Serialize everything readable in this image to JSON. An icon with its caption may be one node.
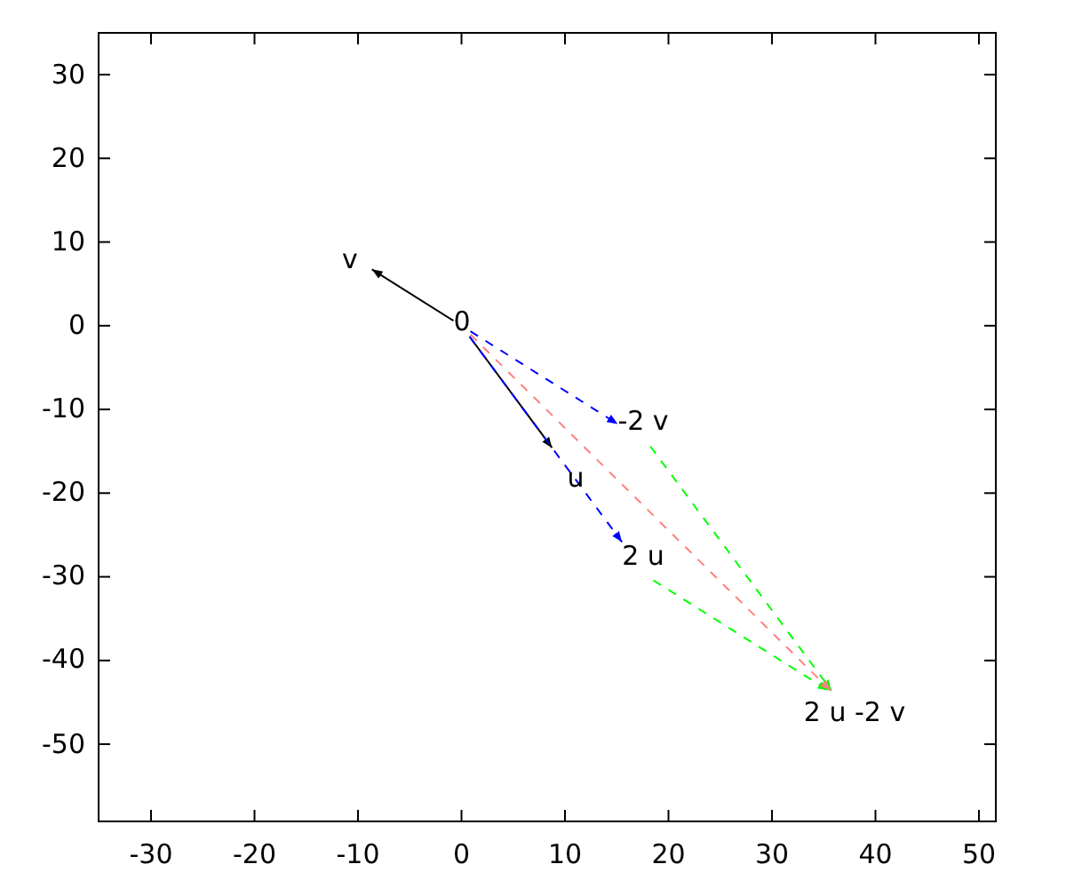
{
  "diagram": {
    "nodes": [
      {
        "text": [
          "v"
        ]
      },
      {
        "text": [
          "0"
        ]
      },
      {
        "text": [
          "u"
        ]
      },
      {
        "text": [
          "-2 v"
        ]
      },
      {
        "text": [
          "2 u"
        ]
      },
      {
        "text": [
          "2 u -2 v"
        ]
      }
    ],
    "edges": [
      {
        "from": 1,
        "to": 0,
        "arrow": "to"
      },
      {
        "from": 1,
        "to": 2,
        "arrow": "to"
      },
      {
        "from": 1,
        "to": 3,
        "arrow": "to",
        "style": "dashed",
        "color": "#0000ff"
      },
      {
        "from": 1,
        "to": 4,
        "arrow": "to",
        "style": "dashed",
        "color": "#0000ff"
      },
      {
        "from": 3,
        "to": 5,
        "arrow": "to",
        "style": "dashed",
        "color": "#00ff00"
      },
      {
        "from": 4,
        "to": 5,
        "arrow": "to",
        "style": "dashed",
        "color": "#00ff00"
      },
      {
        "from": 1,
        "to": 5,
        "arrow": "to",
        "style": "dashed",
        "color": "#ff8080"
      }
    ],
    "labels": [
      "30",
      "20",
      "10",
      "0",
      "-10",
      "-20",
      "-30",
      "-40",
      "-50",
      "-30",
      "-20",
      "-10",
      "0",
      "10",
      "20",
      "30",
      "40",
      "50"
    ]
  }
}
